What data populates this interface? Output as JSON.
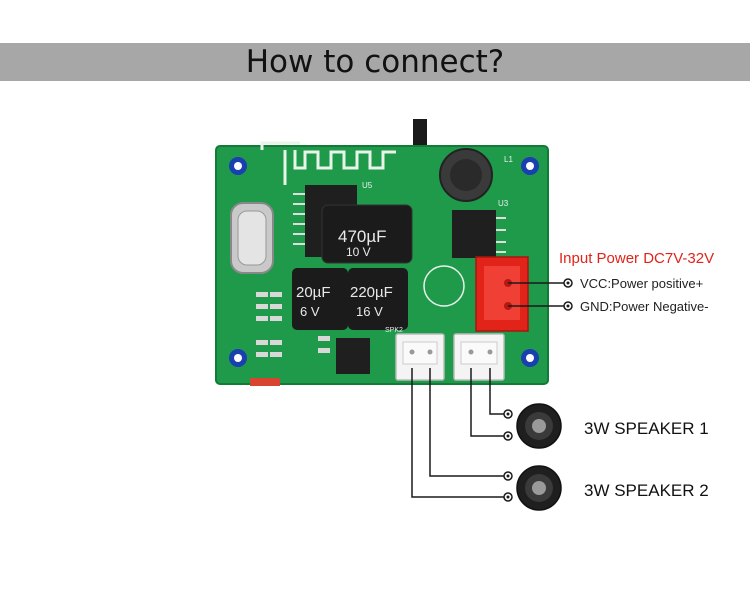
{
  "header": {
    "title": "How to connect?"
  },
  "power": {
    "title": "Input Power DC7V-32V",
    "vcc": "VCC:Power positive+",
    "gnd": "GND:Power Negative-"
  },
  "speakers": [
    {
      "label": "3W SPEAKER 1"
    },
    {
      "label": "3W SPEAKER 2"
    }
  ],
  "board": {
    "cap_large": "470µF",
    "cap_large_v": "10 V",
    "cap_small_a": "20µF",
    "cap_small_a_v": "6 V",
    "cap_small_b": "220µF",
    "cap_small_b_v": "16 V",
    "silk_u5": "U5",
    "silk_u3": "U3",
    "silk_l1": "L1",
    "silk_spk": "SPK2"
  },
  "colors": {
    "banner": "#a7a7a7",
    "pcb": "#1e9a4a",
    "power_title": "#e2231a",
    "terminal": "#e2231a",
    "wire": "#1a1a1a"
  }
}
